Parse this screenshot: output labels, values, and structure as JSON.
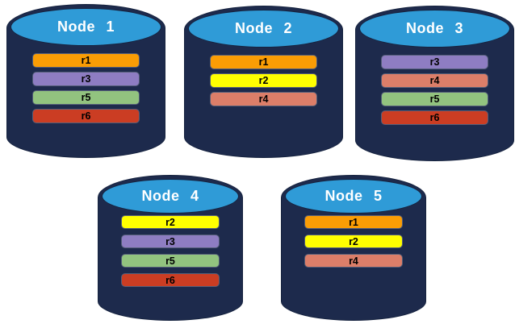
{
  "diagram": {
    "description": "Five database nodes with replicated partitions",
    "background": "#FFFFFF"
  },
  "colors": {
    "cap_blue": "#2F9BD7",
    "body_navy": "#1D2A4C",
    "body_edge": "#16233F",
    "title_text": "#FFFFFF",
    "bar_text": "#000000",
    "partitions": {
      "r1": "#FA9D05",
      "r2": "#FFFF00",
      "r3": "#8E7DC2",
      "r4": "#DC7E69",
      "r5": "#92C37F",
      "r6": "#CB3D23"
    }
  },
  "nodes": [
    {
      "title": "Node 1",
      "partitions": [
        "r1",
        "r3",
        "r5",
        "r6"
      ]
    },
    {
      "title": "Node 2",
      "partitions": [
        "r1",
        "r2",
        "r4"
      ]
    },
    {
      "title": "Node 3",
      "partitions": [
        "r3",
        "r4",
        "r5",
        "r6"
      ]
    },
    {
      "title": "Node 4",
      "partitions": [
        "r2",
        "r3",
        "r5",
        "r6"
      ]
    },
    {
      "title": "Node 5",
      "partitions": [
        "r1",
        "r2",
        "r4"
      ]
    }
  ]
}
